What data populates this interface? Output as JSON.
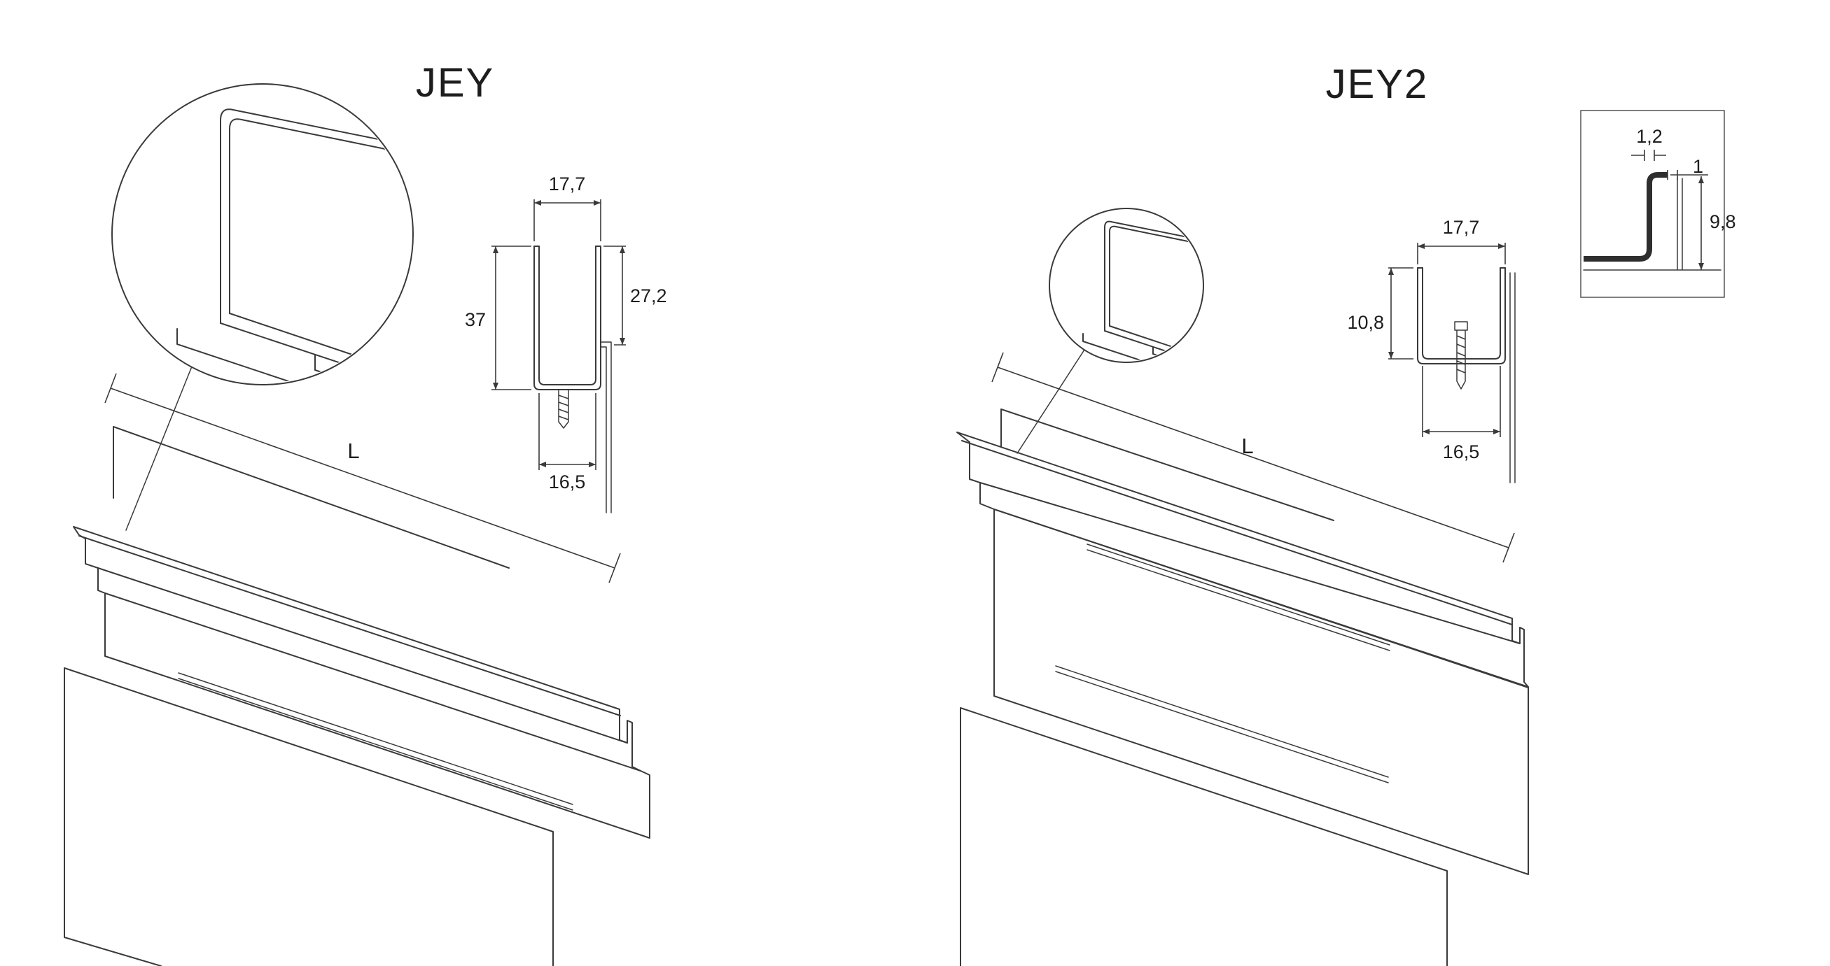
{
  "jey": {
    "title": "JEY",
    "label_length": "L",
    "section": {
      "top_width": "17,7",
      "left_height": "37",
      "right_height": "27,2",
      "bottom_width": "16,5"
    }
  },
  "jey2": {
    "title": "JEY2",
    "label_length": "L",
    "section": {
      "top_width": "17,7",
      "left_depth": "10,8",
      "bottom_width": "16,5"
    },
    "detail": {
      "lip_thickness": "1,2",
      "gap": "1",
      "hook_height": "9,8"
    }
  },
  "colors": {
    "line": "#3a3a3a",
    "text": "#1d1d1f",
    "background": "#ffffff"
  }
}
